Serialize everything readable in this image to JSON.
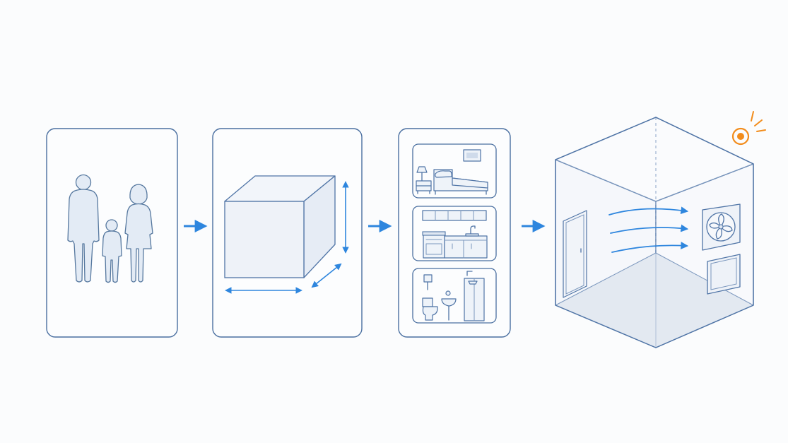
{
  "diagram": {
    "steps": [
      {
        "id": "occupants",
        "icon": "family-icon"
      },
      {
        "id": "room-volume",
        "icon": "cube-dimensions-icon"
      },
      {
        "id": "room-types",
        "icon": "room-types-icon",
        "rooms": [
          "bedroom-icon",
          "kitchen-icon",
          "bathroom-icon"
        ]
      },
      {
        "id": "ventilated-room",
        "icon": "room-ventilation-icon"
      }
    ],
    "colors": {
      "accent": "#2e86de",
      "line": "#4a6fa0",
      "highlight": "#f28c1b",
      "background": "#fbfcfd"
    }
  }
}
